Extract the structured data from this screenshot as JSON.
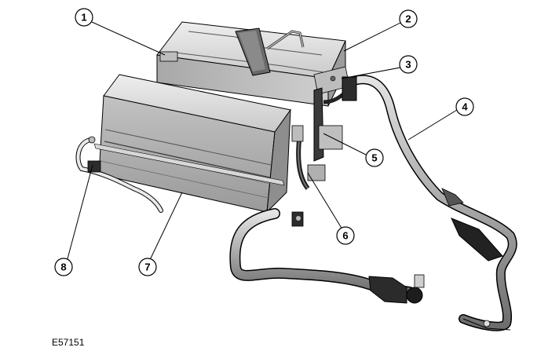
{
  "figure": {
    "reference_code": "E57151",
    "callouts": [
      {
        "id": "callout-1",
        "label": "1"
      },
      {
        "id": "callout-2",
        "label": "2"
      },
      {
        "id": "callout-3",
        "label": "3"
      },
      {
        "id": "callout-4",
        "label": "4"
      },
      {
        "id": "callout-5",
        "label": "5"
      },
      {
        "id": "callout-6",
        "label": "6"
      },
      {
        "id": "callout-7",
        "label": "7"
      },
      {
        "id": "callout-8",
        "label": "8"
      }
    ]
  },
  "colors": {
    "line": "#000000",
    "part_fill_light": "#d8d8d8",
    "part_fill_mid": "#b4b4b4",
    "part_fill_dark": "#7a7a7a",
    "background": "#ffffff"
  }
}
